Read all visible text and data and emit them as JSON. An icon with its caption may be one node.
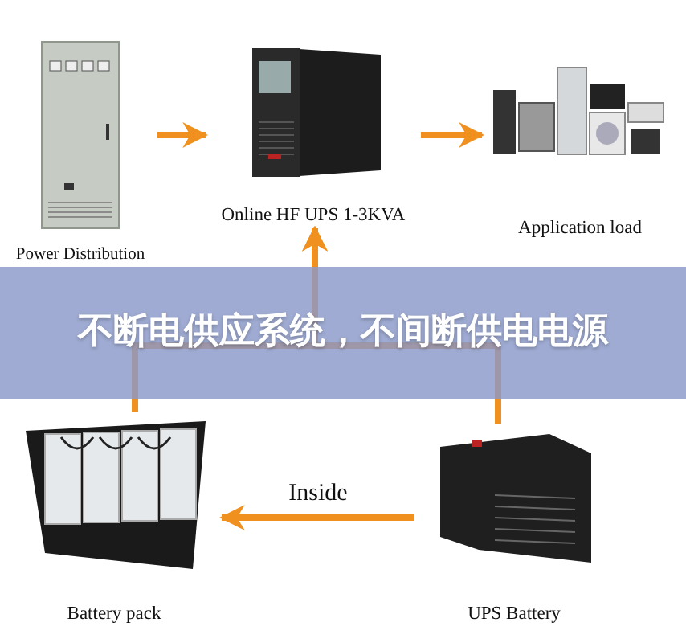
{
  "diagram": {
    "title": "不断电供应系统，不间断供电电源",
    "nodes": [
      {
        "text": [
          "Power Distribution"
        ]
      },
      {
        "text": [
          "Online HF UPS 1-3KVA"
        ]
      },
      {
        "text": [
          "Application load"
        ]
      },
      {
        "text": [
          "Battery pack"
        ]
      },
      {
        "text": [
          "UPS Battery"
        ]
      }
    ],
    "edges": [
      {
        "from": 0,
        "to": 1,
        "arrow": "to"
      },
      {
        "from": 1,
        "to": 2,
        "arrow": "to"
      },
      {
        "from": 4,
        "to": 3,
        "arrow": "to",
        "label": "Inside"
      },
      {
        "from": 3,
        "to": 1,
        "arrow": "to"
      },
      {
        "from": 4,
        "to": 1,
        "arrow": "to"
      }
    ]
  }
}
